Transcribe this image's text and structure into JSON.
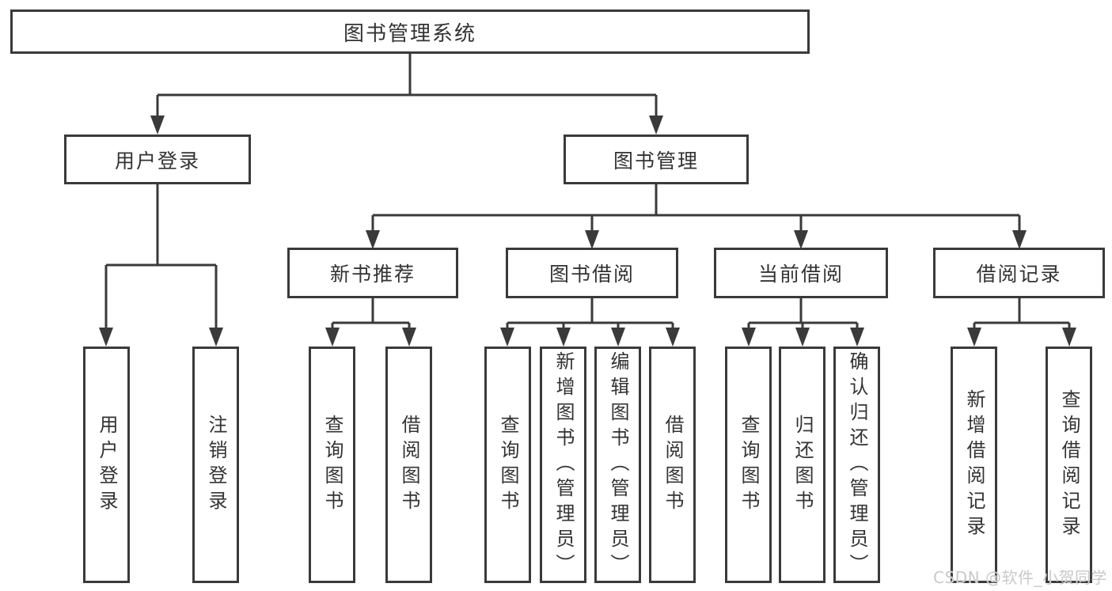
{
  "diagram": {
    "root": {
      "label": "图书管理系统"
    },
    "branches": [
      {
        "label": "用户登录"
      },
      {
        "label": "图书管理"
      }
    ],
    "groups": [
      {
        "label": "新书推荐"
      },
      {
        "label": "图书借阅"
      },
      {
        "label": "当前借阅"
      },
      {
        "label": "借阅记录"
      }
    ],
    "leaves": [
      {
        "label": "用户登录"
      },
      {
        "label": "注销登录"
      },
      {
        "label": "查询图书"
      },
      {
        "label": "借阅图书"
      },
      {
        "label": "查询图书"
      },
      {
        "label": "新增图书（管理员）"
      },
      {
        "label": "编辑图书（管理员）"
      },
      {
        "label": "借阅图书"
      },
      {
        "label": "查询图书"
      },
      {
        "label": "归还图书"
      },
      {
        "label": "确认归还（管理员）"
      },
      {
        "label": "新增借阅记录"
      },
      {
        "label": "查询借阅记录"
      }
    ],
    "colors": {
      "line": "#3a3a3a",
      "text": "#333333",
      "background": "#ffffff",
      "watermark": "#c9c9c9"
    }
  },
  "watermark": {
    "text": "CSDN @软件_小贺同学"
  }
}
